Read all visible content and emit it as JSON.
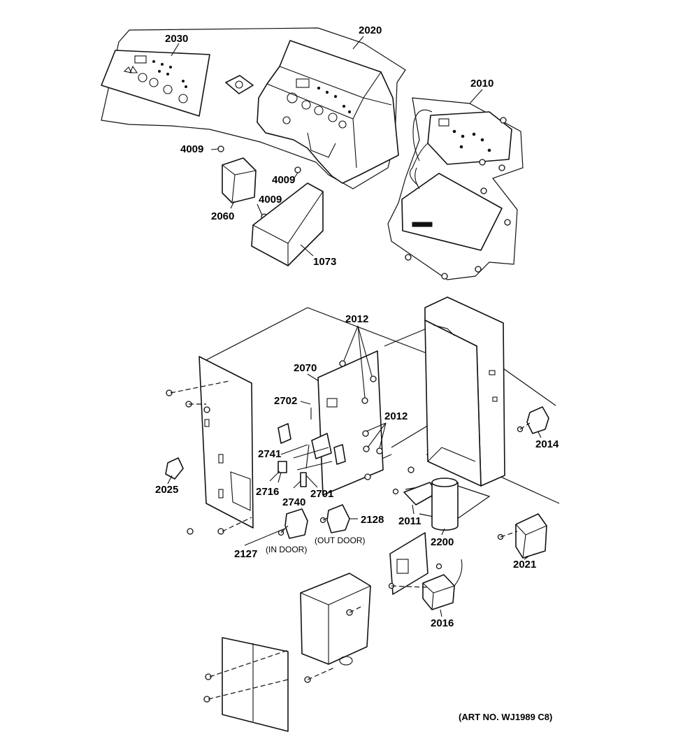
{
  "labels": {
    "p2030": "2030",
    "p2020": "2020",
    "p2010": "2010",
    "p4009a": "4009",
    "p4009b": "4009",
    "p4009c": "4009",
    "p2060": "2060",
    "p1073": "1073",
    "p2012a": "2012",
    "p2012b": "2012",
    "p2070": "2070",
    "p2702": "2702",
    "p2014": "2014",
    "p2741": "2741",
    "p2025": "2025",
    "p2716": "2716",
    "p2740": "2740",
    "p2701": "2701",
    "p2011": "2011",
    "p2128": "2128",
    "p2200": "2200",
    "p2127": "2127",
    "p2021": "2021",
    "p2016": "2016"
  },
  "notes": {
    "in_door": "(IN DOOR)",
    "out_door": "(OUT DOOR)",
    "art_no": "(ART NO. WJ1989 C8)"
  },
  "colors": {
    "ink": "#111111",
    "paper": "#ffffff"
  }
}
